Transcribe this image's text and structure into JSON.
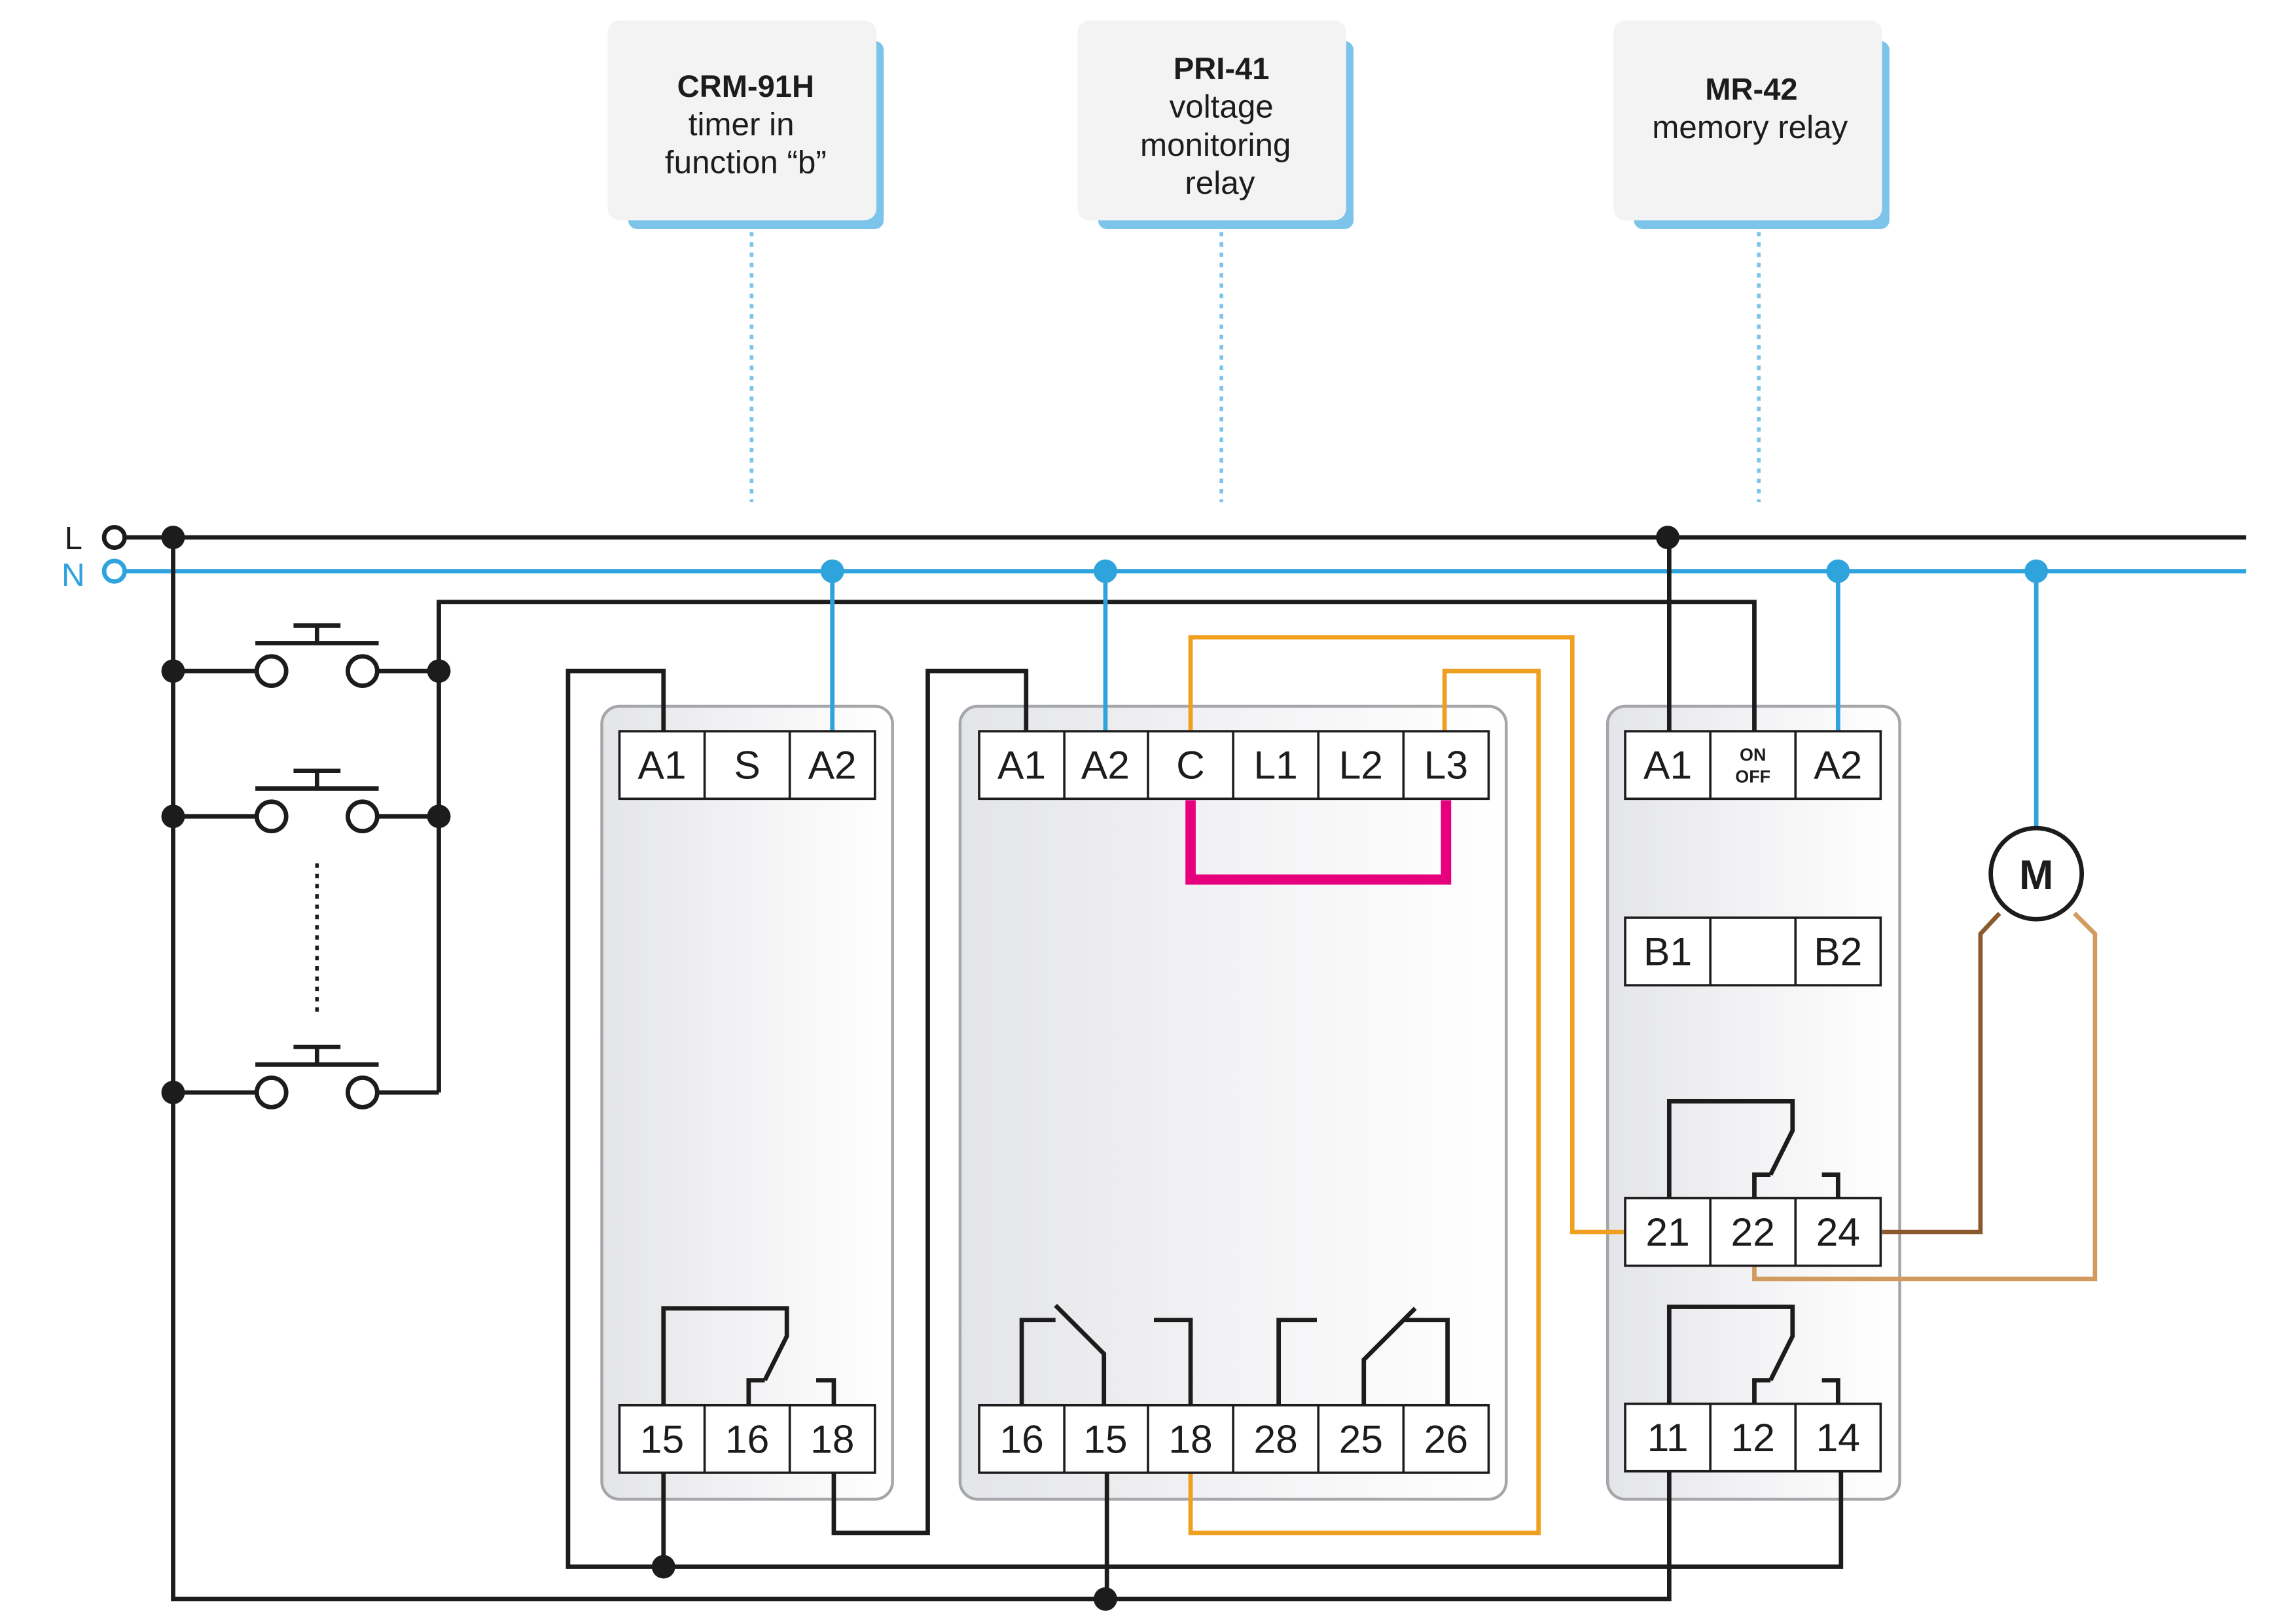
{
  "callouts": {
    "crm": {
      "title": "CRM-91H",
      "line1": "timer in",
      "line2": "function “b”"
    },
    "pri": {
      "title": "PRI-41",
      "line1": "voltage",
      "line2": "monitoring",
      "line3": "relay"
    },
    "mr": {
      "title": "MR-42",
      "line1": "memory relay"
    }
  },
  "lines": {
    "l": "L",
    "n": "N"
  },
  "crm_module": {
    "top_terminals": [
      "A1",
      "S",
      "A2"
    ],
    "bottom_terminals": [
      "15",
      "16",
      "18"
    ]
  },
  "pri_module": {
    "top_terminals": [
      "A1",
      "A2",
      "C",
      "L1",
      "L2",
      "L3"
    ],
    "bottom_terminals": [
      "16",
      "15",
      "18",
      "28",
      "25",
      "26"
    ]
  },
  "mr_module": {
    "top_terminals": [
      "A1",
      "A2"
    ],
    "onoff": {
      "on": "ON",
      "off": "OFF"
    },
    "mid_terminals": [
      "B1",
      "B2"
    ],
    "contact2_terminals": [
      "21",
      "22",
      "24"
    ],
    "contact1_terminals": [
      "11",
      "12",
      "14"
    ]
  },
  "motor": {
    "label": "M"
  },
  "colors": {
    "wire_black": "#1c1c1c",
    "wire_neutral": "#2ea3dc",
    "wire_orange": "#f0a020",
    "bridge_magenta": "#e6007e",
    "motor_brown": "#8a5a2e",
    "motor_tan": "#d19a5e"
  }
}
